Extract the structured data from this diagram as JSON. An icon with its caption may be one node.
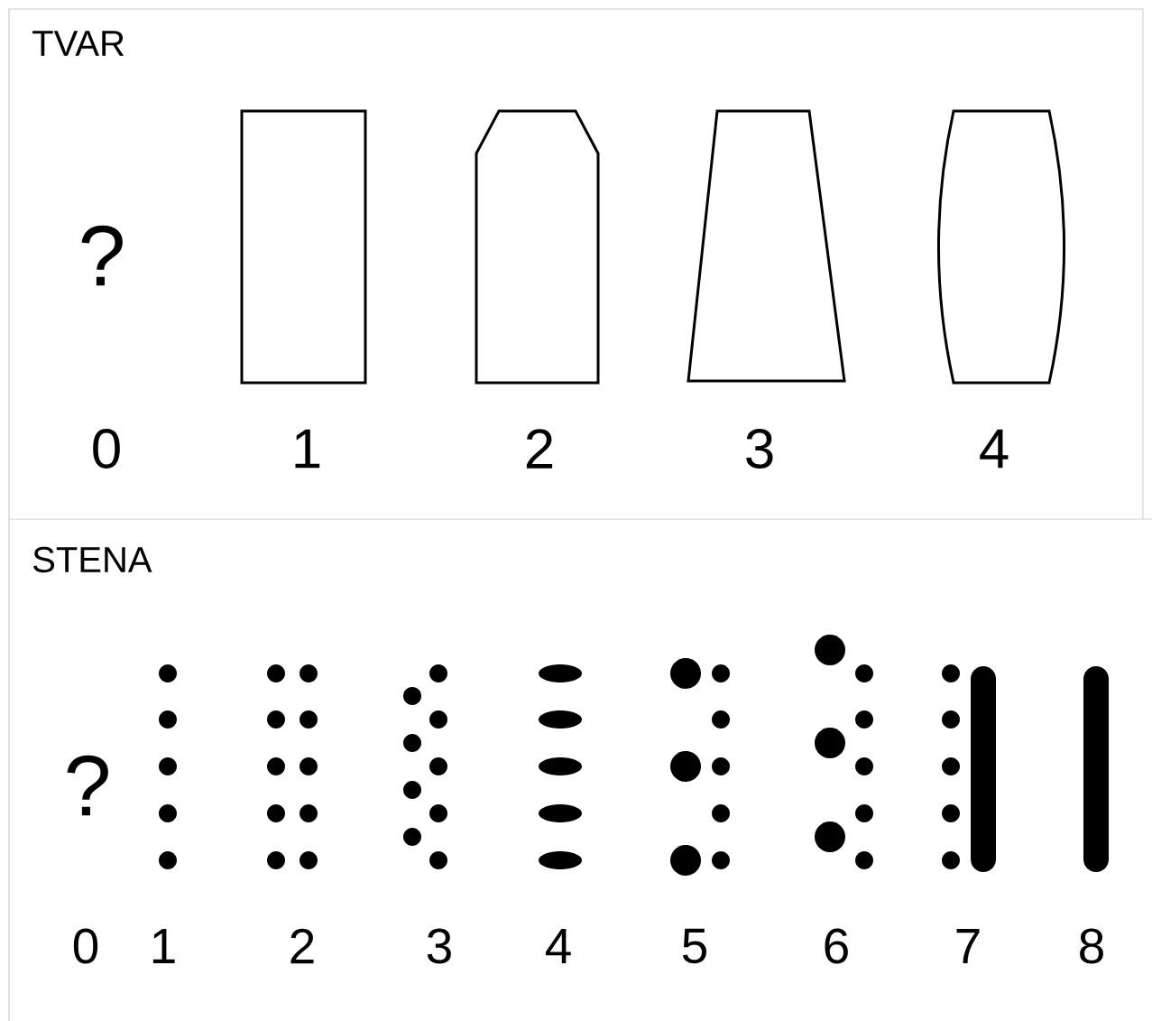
{
  "diagram": {
    "labels": [
      "TVAR",
      "?",
      "0",
      "1",
      "2",
      "3",
      "4",
      "STENA",
      "?",
      "0",
      "1",
      "2",
      "3",
      "4",
      "5",
      "6",
      "7",
      "8"
    ]
  }
}
